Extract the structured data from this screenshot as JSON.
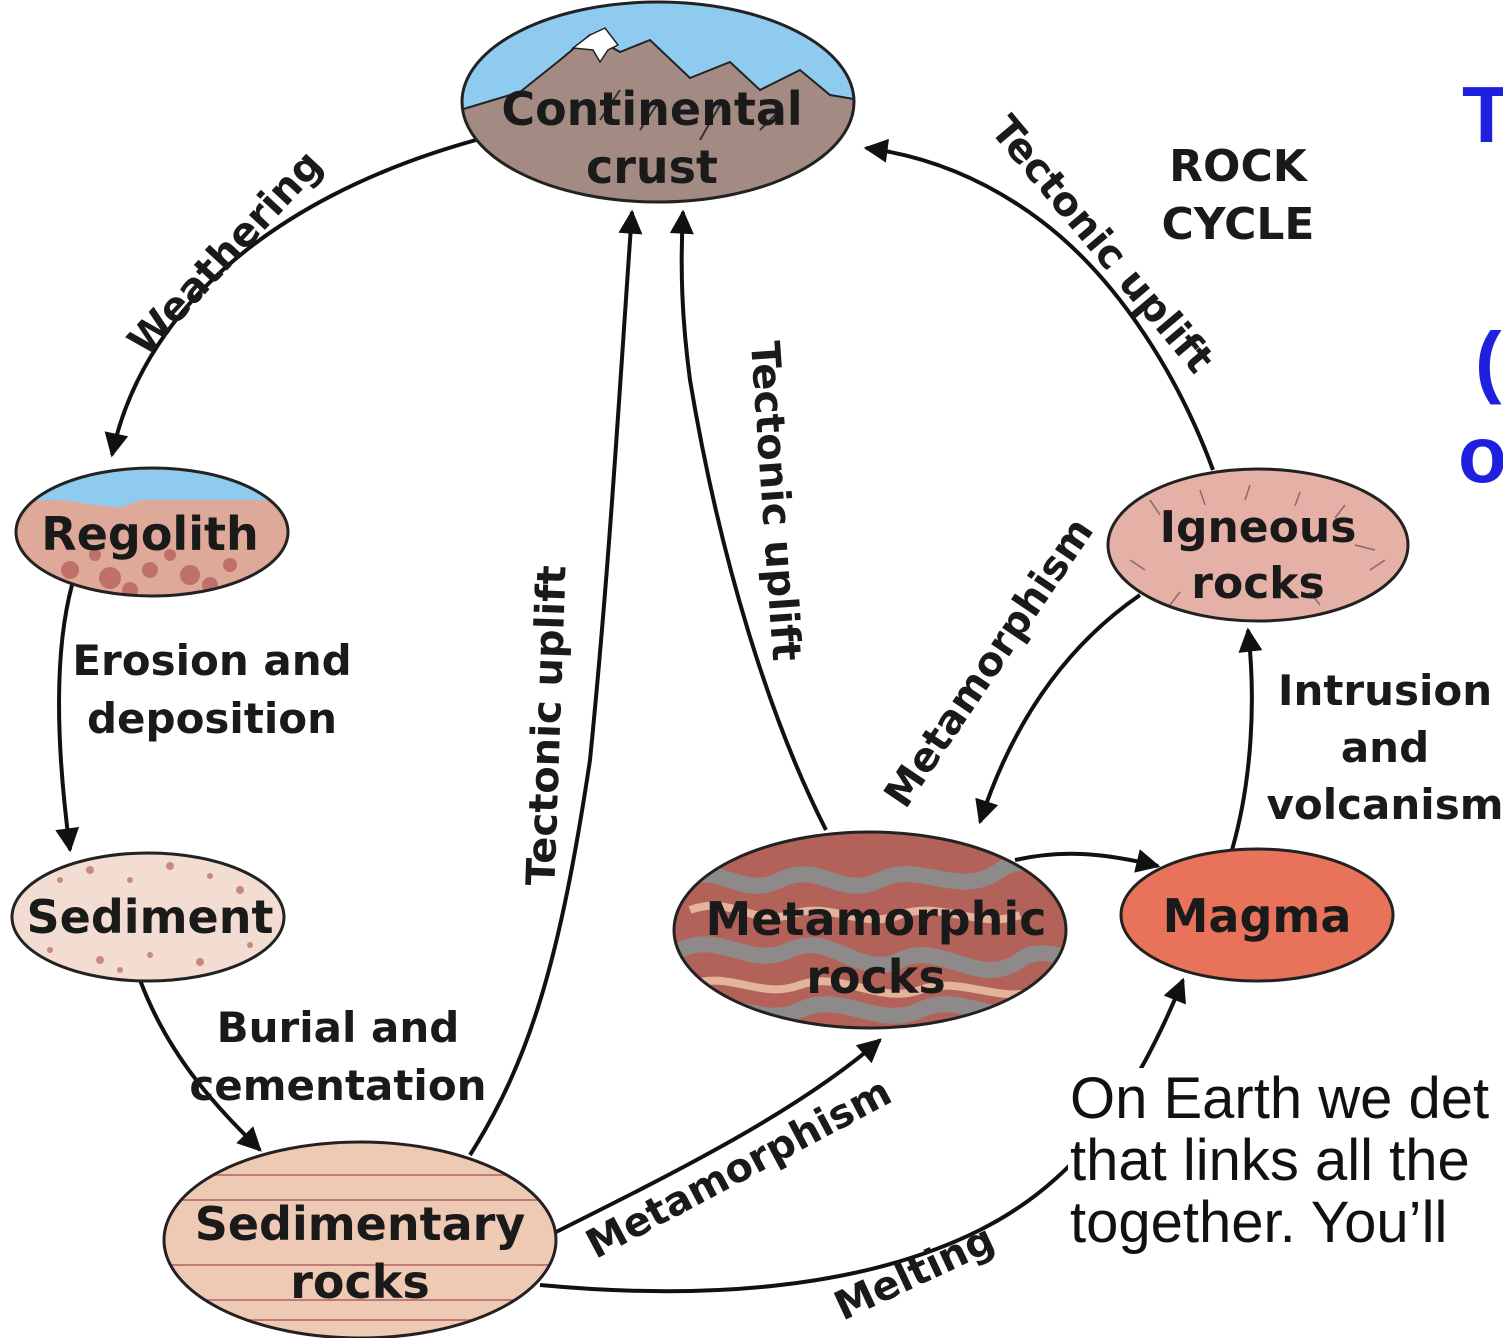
{
  "title": {
    "lines": [
      "ROCK",
      "CYCLE"
    ]
  },
  "nodes": {
    "continental_crust": [
      "Continental",
      "crust"
    ],
    "regolith": [
      "Regolith"
    ],
    "sediment": [
      "Sediment"
    ],
    "sedimentary_rocks": [
      "Sedimentary",
      "rocks"
    ],
    "metamorphic_rocks": [
      "Metamorphic",
      "rocks"
    ],
    "magma": [
      "Magma"
    ],
    "igneous_rocks": [
      "Igneous",
      "rocks"
    ]
  },
  "processes": {
    "weathering": "Weathering",
    "erosion": [
      "Erosion and",
      "deposition"
    ],
    "burial": [
      "Burial and",
      "cementation"
    ],
    "uplift_sedimentary": "Tectonic uplift",
    "uplift_metamorphic": "Tectonic uplift",
    "uplift_igneous": "Tectonic uplift",
    "metamorphism_sedimentary": "Metamorphism",
    "metamorphism_igneous": "Metamorphism",
    "melting": "Melting",
    "intrusion": [
      "Intrusion",
      "and",
      "volcanism"
    ]
  },
  "clipped_slide_text": {
    "t": "T",
    "paren": "(",
    "o": "o"
  },
  "caption_lines": [
    "On Earth we det",
    "that links all the",
    "together. You’ll"
  ],
  "colors": {
    "sky": "#8fcbef",
    "crust": "#a38a82",
    "regolith": "#dfa99a",
    "sediment": "#f3ddd3",
    "sedimentary": "#eec9b3",
    "metamorphic": "#b3625a",
    "magma": "#e8735a",
    "igneous": "#e5b1a6",
    "slide_blue": "#1f1fe0"
  }
}
